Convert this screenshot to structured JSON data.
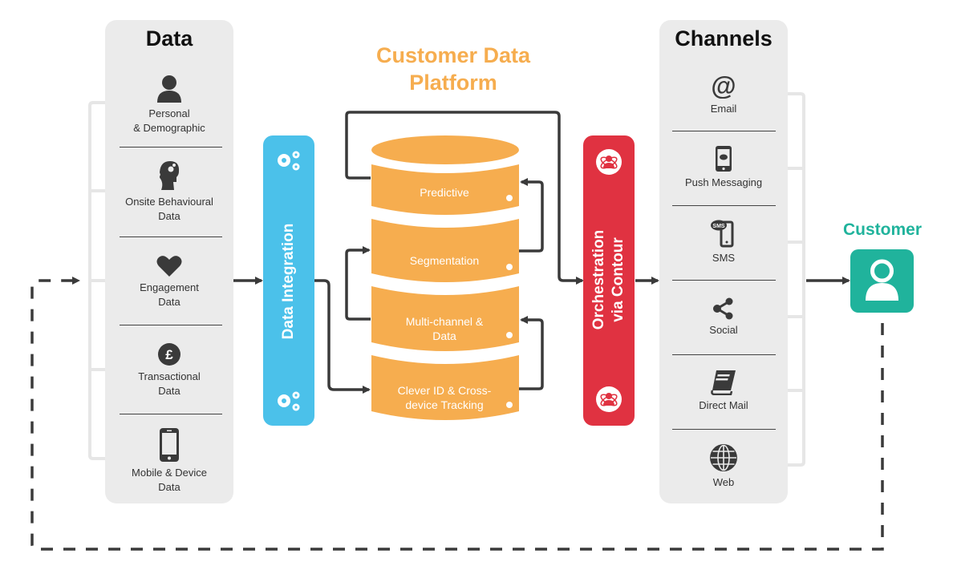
{
  "colors": {
    "panel_bg": "#ebebeb",
    "cdp_orange": "#f6ad4f",
    "integration_blue": "#4bc1ea",
    "orchestration_red": "#e03241",
    "customer_teal": "#20b39c",
    "line_dark": "#3a3a3a"
  },
  "data_panel": {
    "title": "Data",
    "items": [
      {
        "icon": "person-icon",
        "label": "Personal\n& Demographic"
      },
      {
        "icon": "head-gears-icon",
        "label": "Onsite Behavioural\nData"
      },
      {
        "icon": "heart-icon",
        "label": "Engagement\nData"
      },
      {
        "icon": "pound-coin-icon",
        "label": "Transactional\nData"
      },
      {
        "icon": "mobile-phone-icon",
        "label": "Mobile & Device\nData"
      }
    ]
  },
  "integration": {
    "label": "Data Integration",
    "icon": "gears-icon"
  },
  "cdp": {
    "title": "Customer Data\nPlatform",
    "segments": [
      {
        "label": "Predictive"
      },
      {
        "label": "Segmentation"
      },
      {
        "label": "Multi-channel &\nData"
      },
      {
        "label": "Clever ID & Cross-\ndevice Tracking"
      }
    ]
  },
  "orchestration": {
    "label": "Orchestration\nvia Contour",
    "icon": "contour-atom-icon"
  },
  "channels_panel": {
    "title": "Channels",
    "items": [
      {
        "icon": "at-sign-icon",
        "label": "Email"
      },
      {
        "icon": "phone-message-icon",
        "label": "Push Messaging"
      },
      {
        "icon": "sms-phone-icon",
        "label": "SMS"
      },
      {
        "icon": "share-icon",
        "label": "Social"
      },
      {
        "icon": "book-icon",
        "label": "Direct Mail"
      },
      {
        "icon": "globe-icon",
        "label": "Web"
      }
    ]
  },
  "customer": {
    "title": "Customer",
    "icon": "user-icon"
  }
}
